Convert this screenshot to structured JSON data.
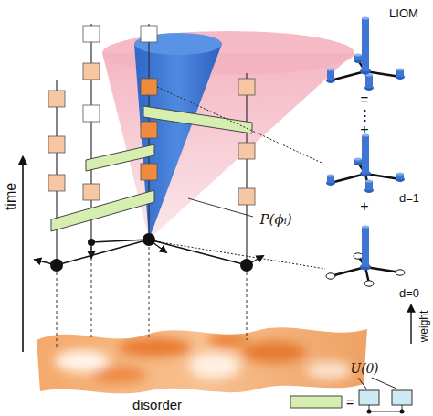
{
  "diagram": {
    "labels": [
      "time",
      "LIOM",
      "=",
      "⋮",
      "+",
      "d=1",
      "+",
      "d=0",
      "weight",
      "P(ϕᵢ)",
      "U(θ)",
      "=",
      "disorder"
    ]
  }
}
